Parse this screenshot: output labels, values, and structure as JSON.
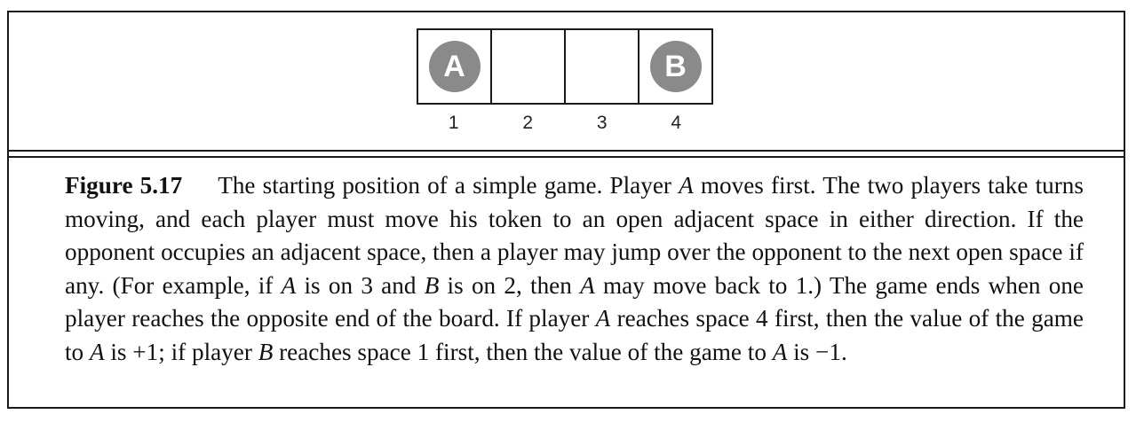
{
  "board": {
    "cells": [
      {
        "label": "1",
        "token": "A"
      },
      {
        "label": "2",
        "token": ""
      },
      {
        "label": "3",
        "token": ""
      },
      {
        "label": "4",
        "token": "B"
      }
    ],
    "token_color": "#8a8a8a"
  },
  "caption": {
    "label": "Figure 5.17",
    "p1": "The starting position of a simple game. Player ",
    "v1": "A",
    "p2": " moves first. The two players take turns moving, and each player must move his token to an open adjacent space in either direction. If the opponent occupies an adjacent space, then a player may jump over the opponent to the next open space if any. (For example, if ",
    "v2": "A",
    "p3": " is on 3 and ",
    "v3": "B",
    "p4": " is on 2, then ",
    "v4": "A",
    "p5": " may move back to 1.) The game ends when one player reaches the opposite end of the board. If player ",
    "v5": "A",
    "p6": " reaches space 4 first, then the value of the game to ",
    "v6": "A",
    "p7": " is +1; if player ",
    "v7": "B",
    "p8": " reaches space 1 first, then the value of the game to ",
    "v8": "A",
    "p9": " is −1."
  }
}
